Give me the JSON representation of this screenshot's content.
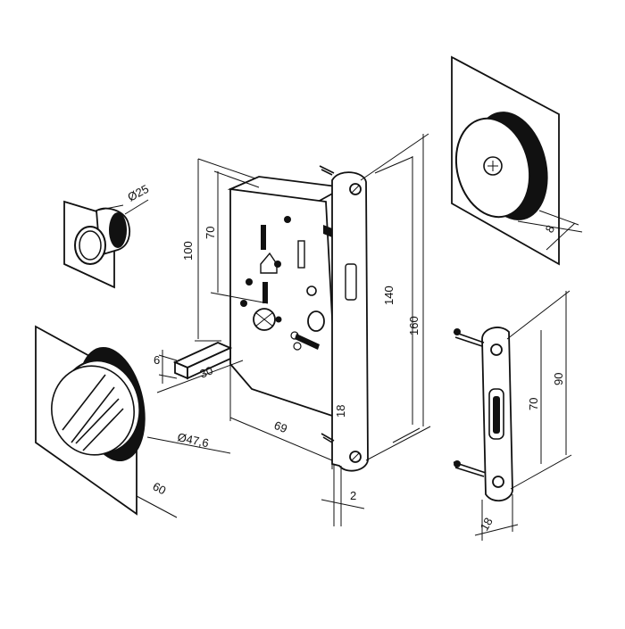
{
  "diagram": {
    "labels": {
      "pull_diameter": "Ø25",
      "handle_diameter": "Ø47,6",
      "handle_plate": "60",
      "lock_height_100": "100",
      "lock_height_70": "70",
      "spindle_6": "6",
      "spindle_30": "30",
      "backset_69": "69",
      "faceplate_18": "18",
      "faceplate_2": "2",
      "faceplate_140": "140",
      "faceplate_160": "160",
      "knob_depth_8": "8",
      "strike_90": "90",
      "strike_70": "70",
      "strike_width_18": "18"
    }
  }
}
